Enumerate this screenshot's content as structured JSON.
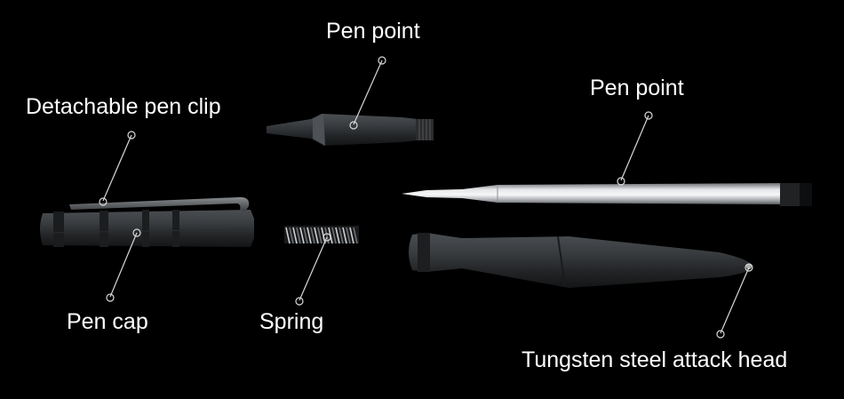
{
  "labels": {
    "pen_point_top": "Pen point",
    "pen_point_right": "Pen point",
    "detachable_pen_clip": "Detachable pen clip",
    "pen_cap": "Pen cap",
    "spring": "Spring",
    "tungsten_head": "Tungsten steel attack head"
  },
  "colors": {
    "background": "#000000",
    "label_text": "#ffffff",
    "callout_line": "#d8d8d8",
    "metal_dark": "#2e3134",
    "refill_silver": "#c9ccd0"
  }
}
